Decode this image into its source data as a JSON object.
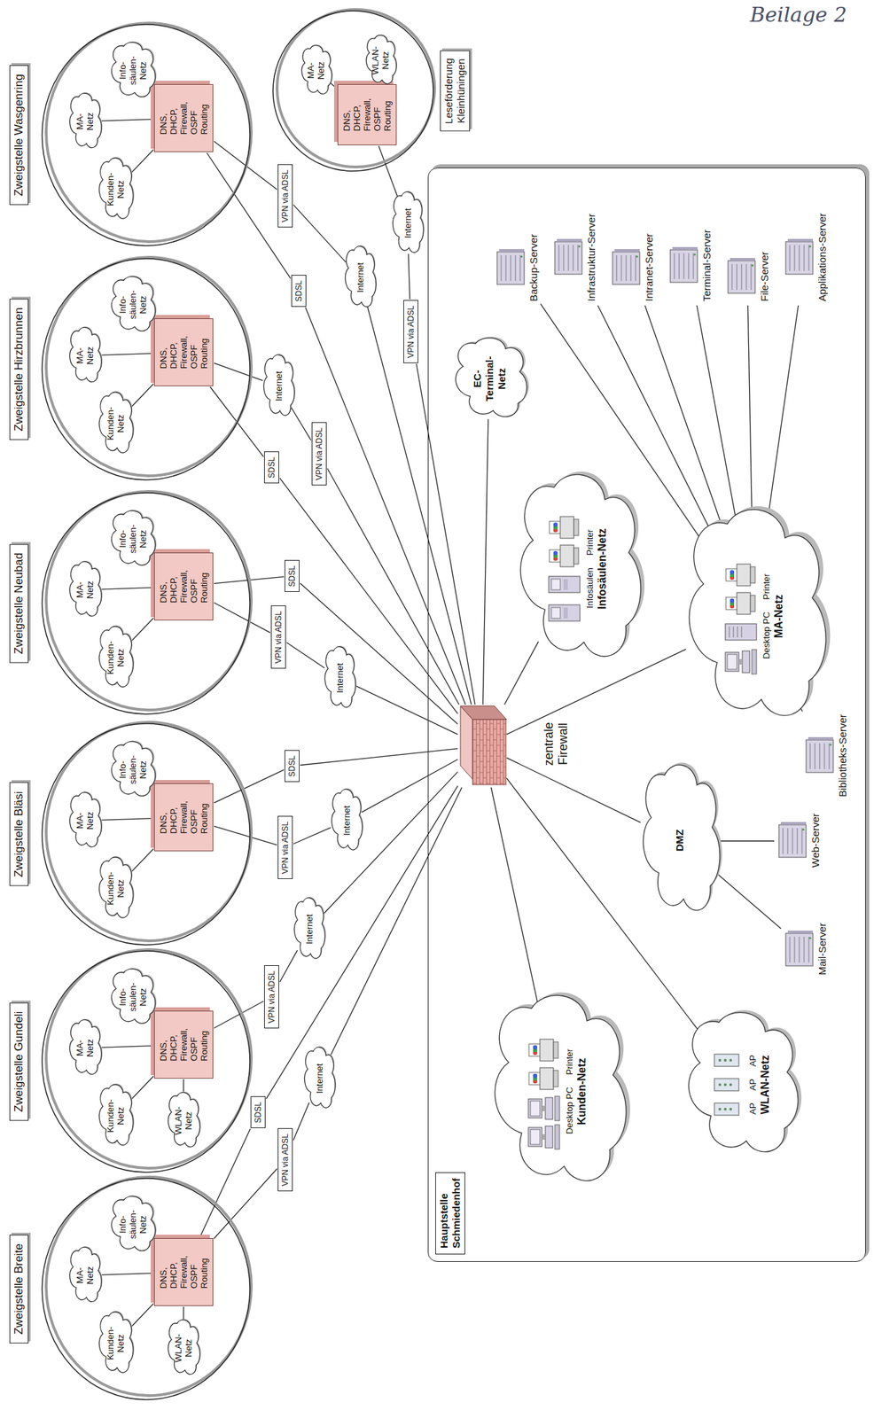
{
  "diagram": {
    "nodes": [
      {
        "text": [
          "Zweigstelle Breite"
        ]
      },
      {
        "text": [
          "DNS, DHCP, Firewall, OSPF Routing"
        ],
        "in": 0
      },
      {
        "text": [
          "Kunden- Netz"
        ],
        "in": 0
      },
      {
        "text": [
          "MA- Netz"
        ],
        "in": 0
      },
      {
        "text": [
          "Info- säulen- Netz"
        ],
        "in": 0
      },
      {
        "text": [
          "WLAN- Netz"
        ],
        "in": 0
      },
      {
        "text": [
          "Zweigstelle Gundeli"
        ]
      },
      {
        "text": [
          "DNS, DHCP, Firewall, OSPF Routing"
        ],
        "in": 6
      },
      {
        "text": [
          "Kunden- Netz"
        ],
        "in": 6
      },
      {
        "text": [
          "MA- Netz"
        ],
        "in": 6
      },
      {
        "text": [
          "Info- säulen- Netz"
        ],
        "in": 6
      },
      {
        "text": [
          "WLAN- Netz"
        ],
        "in": 6
      },
      {
        "text": [
          "Zweigstelle Bläsi"
        ]
      },
      {
        "text": [
          "DNS, DHCP, Firewall, OSPF Routing"
        ],
        "in": 12
      },
      {
        "text": [
          "Kunden- Netz"
        ],
        "in": 12
      },
      {
        "text": [
          "MA- Netz"
        ],
        "in": 12
      },
      {
        "text": [
          "Info- säulen- Netz"
        ],
        "in": 12
      },
      {
        "text": [
          "Zweigstelle Neubad"
        ]
      },
      {
        "text": [
          "DNS, DHCP, Firewall, OSPF Routing"
        ],
        "in": 17
      },
      {
        "text": [
          "Kunden- Netz"
        ],
        "in": 17
      },
      {
        "text": [
          "MA- Netz"
        ],
        "in": 17
      },
      {
        "text": [
          "Info- säulen- Netz"
        ],
        "in": 17
      },
      {
        "text": [
          "Zweigstelle Hirzbrunnen"
        ]
      },
      {
        "text": [
          "DNS, DHCP, Firewall, OSPF Routing"
        ],
        "in": 22
      },
      {
        "text": [
          "Kunden- Netz"
        ],
        "in": 22
      },
      {
        "text": [
          "MA- Netz"
        ],
        "in": 22
      },
      {
        "text": [
          "Info- säulen- Netz"
        ],
        "in": 22
      },
      {
        "text": [
          "Zweigstelle Wasgenring"
        ]
      },
      {
        "text": [
          "DNS, DHCP, Firewall, OSPF Routing"
        ],
        "in": 27
      },
      {
        "text": [
          "Kunden- Netz"
        ],
        "in": 27
      },
      {
        "text": [
          "MA- Netz"
        ],
        "in": 27
      },
      {
        "text": [
          "Info- säulen- Netz"
        ],
        "in": 27
      },
      {
        "text": [
          "Leseförderung Kleinhüningen"
        ]
      },
      {
        "text": [
          "DNS, DHCP, Firewall, OSPF Routing"
        ],
        "in": 32
      },
      {
        "text": [
          "MA- Netz"
        ],
        "in": 32
      },
      {
        "text": [
          "WLAN- Netz"
        ],
        "in": 32
      },
      {
        "text": [
          "VPN via ADSL"
        ]
      },
      {
        "text": [
          "Internet"
        ]
      },
      {
        "text": [
          "SDSL"
        ]
      },
      {
        "text": [
          "VPN via ADSL"
        ]
      },
      {
        "text": [
          "Internet"
        ]
      },
      {
        "text": [
          "VPN via ADSL"
        ]
      },
      {
        "text": [
          "Internet"
        ]
      },
      {
        "text": [
          "SDSL"
        ]
      },
      {
        "text": [
          "VPN via ADSL"
        ]
      },
      {
        "text": [
          "Internet"
        ]
      },
      {
        "text": [
          "SDSL"
        ]
      },
      {
        "text": [
          "Internet"
        ]
      },
      {
        "text": [
          "VPN via ADSL"
        ]
      },
      {
        "text": [
          "SDSL"
        ]
      },
      {
        "text": [
          "VPN via ADSL"
        ]
      },
      {
        "text": [
          "Internet"
        ]
      },
      {
        "text": [
          "SDSL"
        ]
      },
      {
        "text": [
          "Internet"
        ]
      },
      {
        "text": [
          "VPN via ADSL"
        ]
      },
      {
        "text": [
          "Hauptstelle Schmiedenhof"
        ]
      },
      {
        "text": [
          "zentrale Firewall"
        ],
        "in": 55
      },
      {
        "text": [
          "Kunden-Netz",
          "Desktop PC",
          "Printer"
        ],
        "in": 55
      },
      {
        "text": [
          "WLAN-Netz",
          "AP",
          "AP",
          "AP"
        ],
        "in": 55
      },
      {
        "text": [
          "DMZ"
        ],
        "in": 55
      },
      {
        "text": [
          "Mail-Server"
        ],
        "in": 55
      },
      {
        "text": [
          "Web-Server"
        ],
        "in": 55
      },
      {
        "text": [
          "Bibliotheks-Server"
        ],
        "in": 55
      },
      {
        "text": [
          "Infosäulen-Netz",
          "Infosäulen",
          "Printer"
        ],
        "in": 55
      },
      {
        "text": [
          "MA-Netz",
          "Desktop PC",
          "Printer"
        ],
        "in": 55
      },
      {
        "text": [
          "EC- Terminal- Netz"
        ],
        "in": 55
      },
      {
        "text": [
          "Backup-Server"
        ],
        "in": 55
      },
      {
        "text": [
          "Infrastruktur-Server"
        ],
        "in": 55
      },
      {
        "text": [
          "Intranet-Server"
        ],
        "in": 55
      },
      {
        "text": [
          "Terminal-Server"
        ],
        "in": 55
      },
      {
        "text": [
          "File-Server"
        ],
        "in": 55
      },
      {
        "text": [
          "Applikations-Server"
        ],
        "in": 55
      }
    ],
    "edges": [
      {
        "from": 1,
        "to": 2,
        "arrow": "none"
      },
      {
        "from": 1,
        "to": 3,
        "arrow": "none"
      },
      {
        "from": 1,
        "to": 4,
        "arrow": "none"
      },
      {
        "from": 1,
        "to": 5,
        "arrow": "none"
      },
      {
        "from": 7,
        "to": 8,
        "arrow": "none"
      },
      {
        "from": 7,
        "to": 9,
        "arrow": "none"
      },
      {
        "from": 7,
        "to": 10,
        "arrow": "none"
      },
      {
        "from": 7,
        "to": 11,
        "arrow": "none"
      },
      {
        "from": 13,
        "to": 14,
        "arrow": "none"
      },
      {
        "from": 13,
        "to": 15,
        "arrow": "none"
      },
      {
        "from": 13,
        "to": 16,
        "arrow": "none"
      },
      {
        "from": 18,
        "to": 19,
        "arrow": "none"
      },
      {
        "from": 18,
        "to": 20,
        "arrow": "none"
      },
      {
        "from": 18,
        "to": 21,
        "arrow": "none"
      },
      {
        "from": 23,
        "to": 24,
        "arrow": "none"
      },
      {
        "from": 23,
        "to": 25,
        "arrow": "none"
      },
      {
        "from": 23,
        "to": 26,
        "arrow": "none"
      },
      {
        "from": 28,
        "to": 29,
        "arrow": "none"
      },
      {
        "from": 28,
        "to": 30,
        "arrow": "none"
      },
      {
        "from": 28,
        "to": 31,
        "arrow": "none"
      },
      {
        "from": 33,
        "to": 34,
        "arrow": "none"
      },
      {
        "from": 33,
        "to": 35,
        "arrow": "none"
      },
      {
        "from": 1,
        "to": 36,
        "arrow": "none"
      },
      {
        "from": 36,
        "to": 37,
        "arrow": "none"
      },
      {
        "from": 37,
        "to": 56,
        "arrow": "none"
      },
      {
        "from": 1,
        "to": 38,
        "arrow": "none"
      },
      {
        "from": 38,
        "to": 56,
        "arrow": "none"
      },
      {
        "from": 7,
        "to": 39,
        "arrow": "none"
      },
      {
        "from": 39,
        "to": 40,
        "arrow": "none"
      },
      {
        "from": 40,
        "to": 56,
        "arrow": "none"
      },
      {
        "from": 13,
        "to": 41,
        "arrow": "none"
      },
      {
        "from": 41,
        "to": 42,
        "arrow": "none"
      },
      {
        "from": 42,
        "to": 56,
        "arrow": "none"
      },
      {
        "from": 13,
        "to": 43,
        "arrow": "none"
      },
      {
        "from": 43,
        "to": 56,
        "arrow": "none"
      },
      {
        "from": 18,
        "to": 44,
        "arrow": "none"
      },
      {
        "from": 44,
        "to": 45,
        "arrow": "none"
      },
      {
        "from": 45,
        "to": 56,
        "arrow": "none"
      },
      {
        "from": 18,
        "to": 46,
        "arrow": "none"
      },
      {
        "from": 46,
        "to": 56,
        "arrow": "none"
      },
      {
        "from": 23,
        "to": 47,
        "arrow": "none"
      },
      {
        "from": 47,
        "to": 48,
        "arrow": "none"
      },
      {
        "from": 48,
        "to": 56,
        "arrow": "none"
      },
      {
        "from": 23,
        "to": 49,
        "arrow": "none"
      },
      {
        "from": 49,
        "to": 56,
        "arrow": "none"
      },
      {
        "from": 28,
        "to": 50,
        "arrow": "none"
      },
      {
        "from": 50,
        "to": 51,
        "arrow": "none"
      },
      {
        "from": 51,
        "to": 56,
        "arrow": "none"
      },
      {
        "from": 28,
        "to": 52,
        "arrow": "none"
      },
      {
        "from": 52,
        "to": 56,
        "arrow": "none"
      },
      {
        "from": 33,
        "to": 53,
        "arrow": "none"
      },
      {
        "from": 53,
        "to": 54,
        "arrow": "none"
      },
      {
        "from": 54,
        "to": 56,
        "arrow": "none"
      },
      {
        "from": 56,
        "to": 57,
        "arrow": "none"
      },
      {
        "from": 56,
        "to": 58,
        "arrow": "none"
      },
      {
        "from": 56,
        "to": 59,
        "arrow": "none"
      },
      {
        "from": 59,
        "to": 60,
        "arrow": "none"
      },
      {
        "from": 59,
        "to": 61,
        "arrow": "none"
      },
      {
        "from": 56,
        "to": 63,
        "arrow": "none"
      },
      {
        "from": 56,
        "to": 64,
        "arrow": "none"
      },
      {
        "from": 56,
        "to": 65,
        "arrow": "none"
      },
      {
        "from": 64,
        "to": 62,
        "arrow": "none"
      },
      {
        "from": 64,
        "to": 66,
        "arrow": "none"
      },
      {
        "from": 64,
        "to": 67,
        "arrow": "none"
      },
      {
        "from": 64,
        "to": 68,
        "arrow": "none"
      },
      {
        "from": 64,
        "to": 69,
        "arrow": "none"
      },
      {
        "from": 64,
        "to": 70,
        "arrow": "none"
      },
      {
        "from": 64,
        "to": 71,
        "arrow": "none"
      }
    ],
    "labels": [
      "Beilage 2"
    ]
  }
}
